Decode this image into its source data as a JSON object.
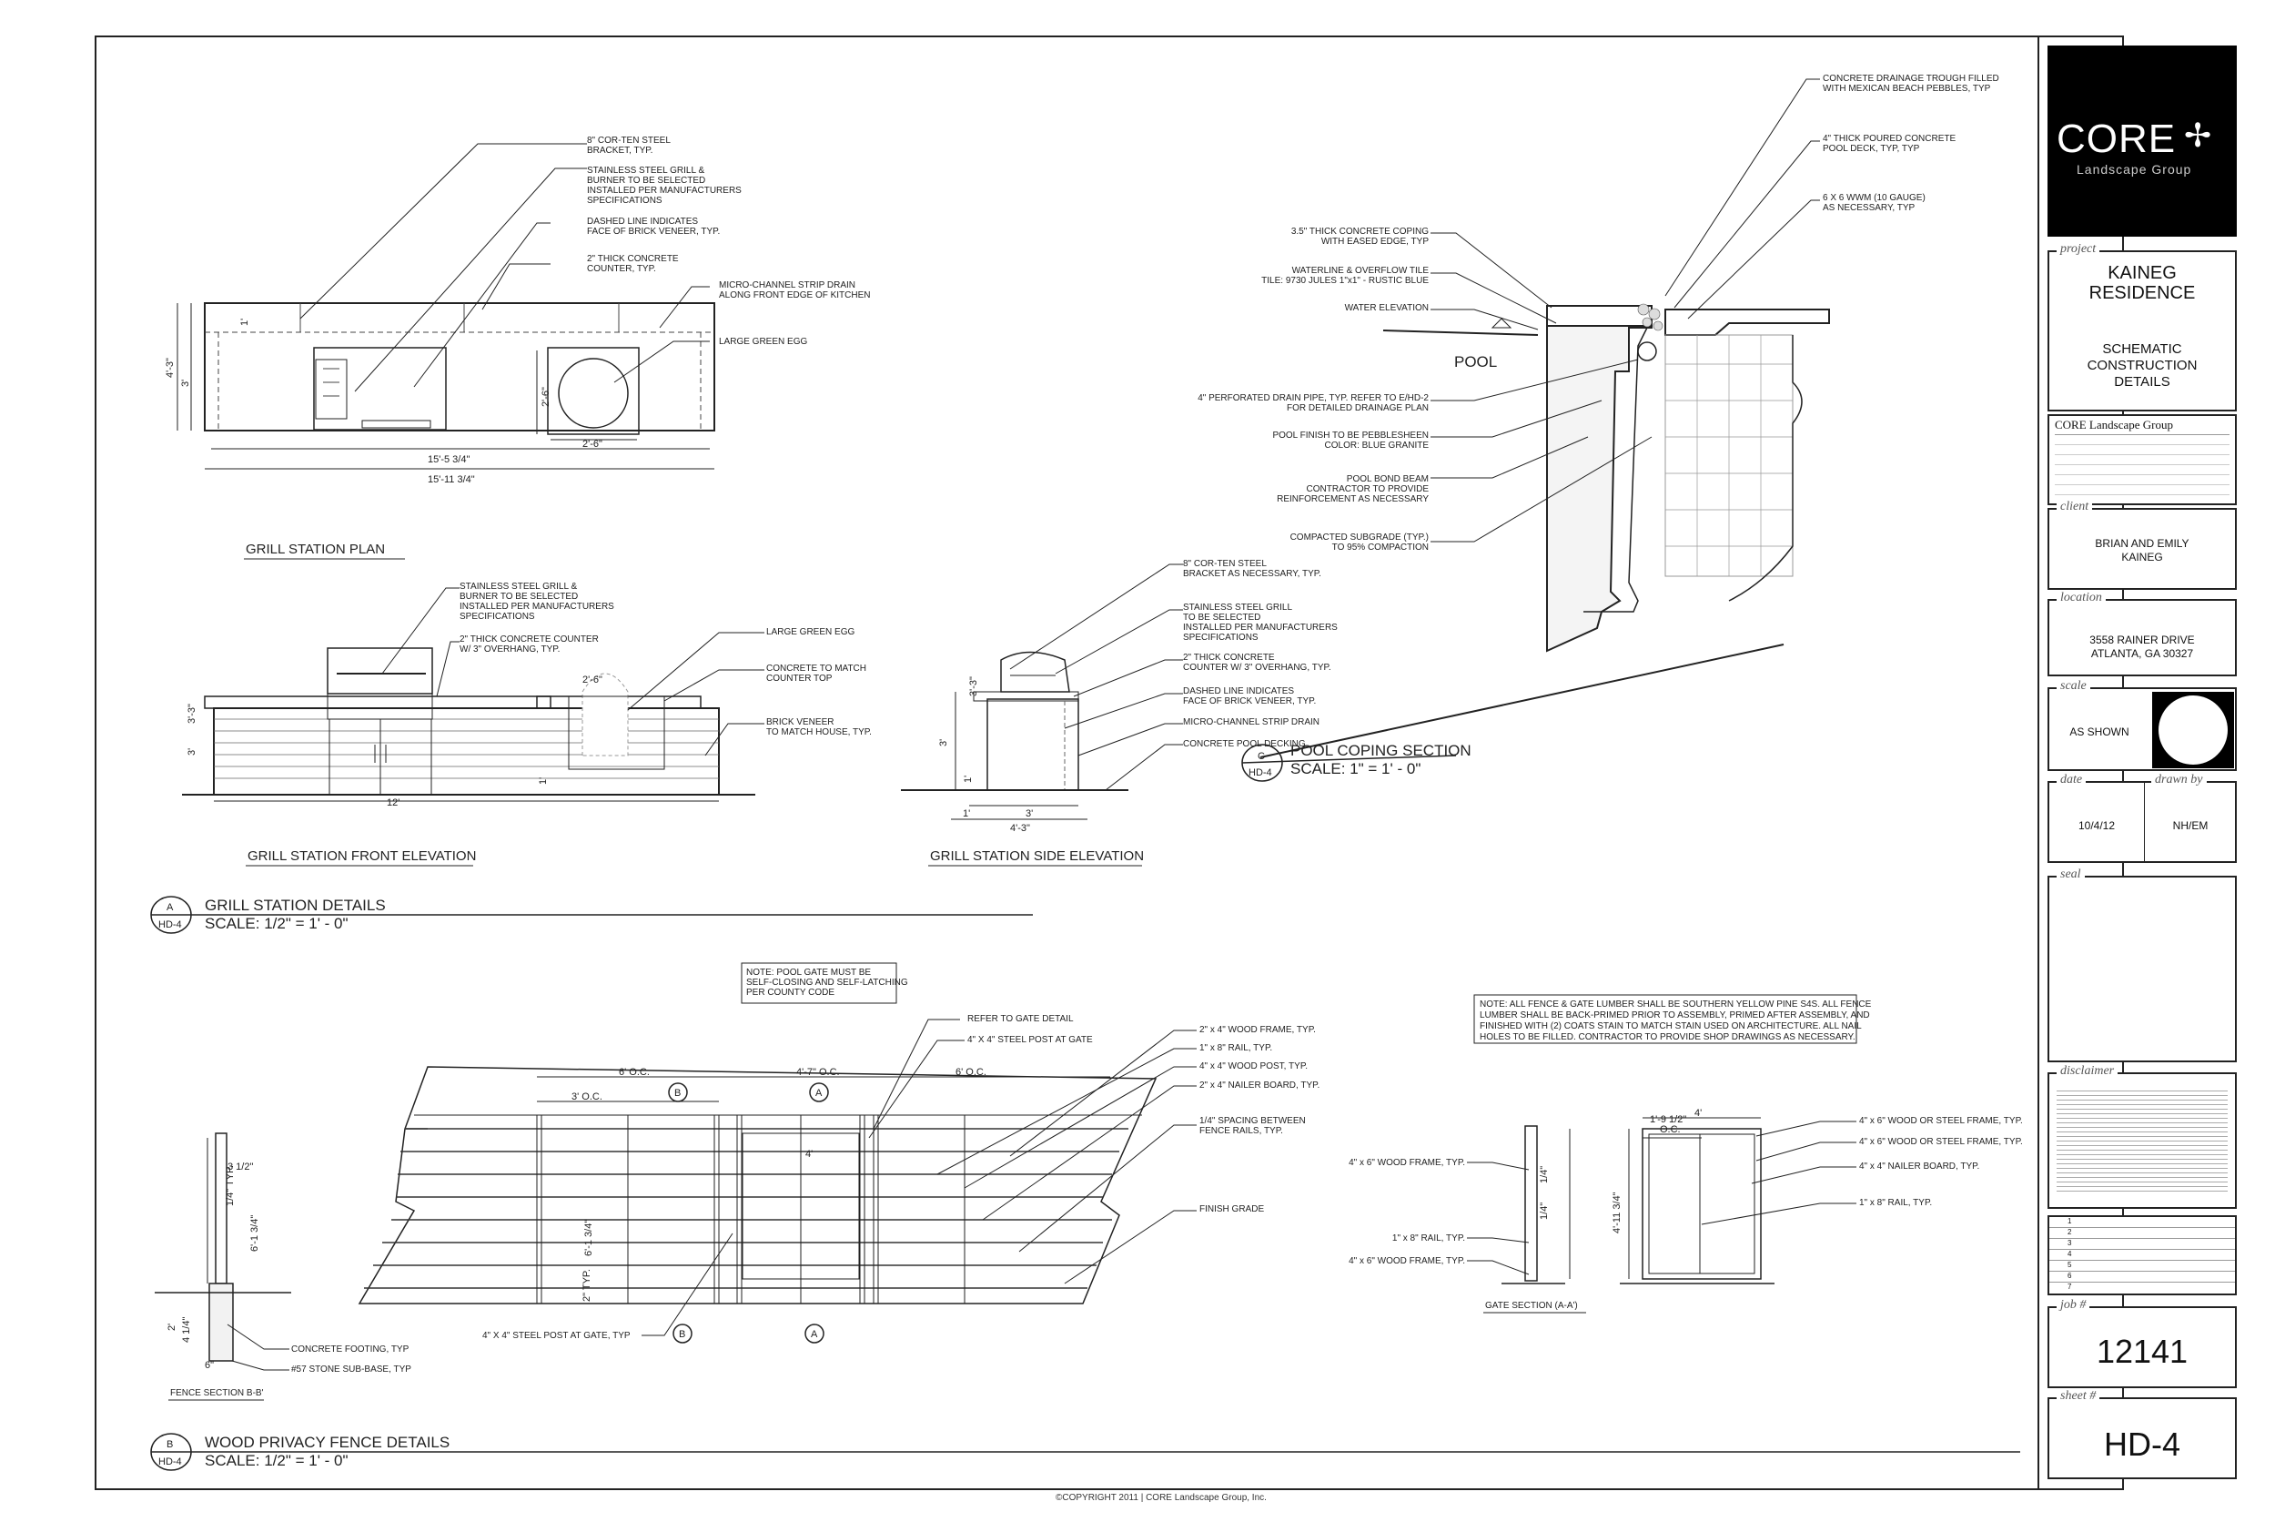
{
  "grill_plan": {
    "notes": [
      "8\" COR-TEN STEEL",
      "BRACKET, TYP.",
      "STAINLESS STEEL GRILL &",
      "BURNER TO BE SELECTED",
      "INSTALLED PER MANUFACTURERS",
      "SPECIFICATIONS",
      "DASHED LINE INDICATES",
      "FACE OF BRICK VENEER, TYP.",
      "2\" THICK CONCRETE",
      "COUNTER, TYP.",
      "MICRO-CHANNEL STRIP DRAIN",
      "ALONG FRONT EDGE OF KITCHEN",
      "LARGE GREEN EGG"
    ],
    "dims": [
      "4'-3\"",
      "3'",
      "1'",
      "2'-6\"",
      "2'-6\"",
      "15'-5 3/4\"",
      "15'-11 3/4\""
    ],
    "title": "GRILL STATION PLAN"
  },
  "grill_front": {
    "notes": [
      "STAINLESS STEEL GRILL &",
      "BURNER TO BE SELECTED",
      "INSTALLED PER MANUFACTURERS",
      "SPECIFICATIONS",
      "2\" THICK CONCRETE COUNTER",
      "W/ 3\" OVERHANG, TYP.",
      "LARGE GREEN EGG",
      "CONCRETE TO MATCH",
      "COUNTER TOP",
      "BRICK VENEER",
      "TO MATCH HOUSE, TYP."
    ],
    "dims": [
      "3'-3\"",
      "3'",
      "1'",
      "2'-6\"",
      "12'"
    ],
    "title": "GRILL STATION FRONT  ELEVATION"
  },
  "grill_side": {
    "notes": [
      "8\" COR-TEN STEEL",
      "BRACKET AS NECESSARY, TYP.",
      "STAINLESS STEEL GRILL",
      "TO BE SELECTED",
      "INSTALLED PER MANUFACTURERS",
      "SPECIFICATIONS",
      "2\" THICK CONCRETE",
      "COUNTER W/ 3\" OVERHANG, TYP.",
      "DASHED LINE INDICATES",
      "FACE OF BRICK VENEER, TYP.",
      "MICRO-CHANNEL STRIP DRAIN",
      "CONCRETE POOL DECKING"
    ],
    "dims": [
      "3'-3\"",
      "3'",
      "1'",
      "1'",
      "3'",
      "4'-3\""
    ],
    "title": "GRILL STATION SIDE ELEVATION"
  },
  "detail_a": {
    "letter": "A",
    "sheet": "HD-4",
    "title": "GRILL STATION DETAILS",
    "scale": "SCALE: 1/2\" = 1' - 0\""
  },
  "pool": {
    "notes": [
      "CONCRETE DRAINAGE TROUGH FILLED",
      "WITH MEXICAN BEACH PEBBLES, TYP",
      "4\" THICK POURED CONCRETE",
      "POOL DECK, TYP, TYP",
      "6 X 6 WWM (10 GAUGE)",
      "AS NECESSARY, TYP",
      "3.5\" THICK CONCRETE COPING",
      "WITH EASED EDGE, TYP",
      "WATERLINE & OVERFLOW TILE",
      "TILE: 9730 JULES 1\"x1\" - RUSTIC BLUE",
      "WATER ELEVATION",
      "4\" PERFORATED DRAIN PIPE, TYP. REFER TO E/HD-2",
      "FOR DETAILED DRAINAGE PLAN",
      "POOL FINISH TO BE PEBBLESHEEN",
      "COLOR: BLUE GRANITE",
      "POOL BOND BEAM",
      "CONTRACTOR TO PROVIDE",
      "REINFORCEMENT AS NECESSARY",
      "COMPACTED SUBGRADE (TYP.)",
      "TO 95% COMPACTION"
    ],
    "pool_label": "POOL",
    "letter": "C",
    "sheet": "HD-4",
    "title": "POOL COPING SECTION",
    "scale": "SCALE: 1\" = 1' - 0\""
  },
  "fence": {
    "gate_note": [
      "NOTE: POOL GATE MUST BE",
      "SELF-CLOSING AND SELF-LATCHING",
      "PER COUNTY CODE"
    ],
    "notes": [
      "REFER TO GATE DETAIL",
      "4\" X 4\" STEEL POST AT GATE",
      "2\" x 4\" WOOD FRAME, TYP.",
      "1\" x 8\" RAIL, TYP.",
      "4\" x 4\" WOOD POST, TYP.",
      "2\" x 4\" NAILER BOARD, TYP.",
      "1/4\" SPACING BETWEEN",
      "FENCE RAILS, TYP.",
      "FINISH GRADE",
      "4\" X 4\" STEEL POST AT GATE, TYP"
    ],
    "dims": [
      "6' O.C.",
      "4'-7\" O.C.",
      "6' O.C.",
      "3' O.C.",
      "4'",
      "6'-1 3/4\"",
      "2\" TYP."
    ],
    "section_notes": [
      "CONCRETE FOOTING, TYP",
      "#57 STONE SUB-BASE, TYP"
    ],
    "section_dims": [
      "3 1/2\"",
      "1/4\" TYP.",
      "6'-1 3/4\"",
      "2'",
      "4 1/4\"",
      "6\""
    ],
    "section_title": "FENCE SECTION B-B'",
    "lumber_note": [
      "NOTE: ALL FENCE & GATE LUMBER SHALL BE SOUTHERN YELLOW PINE S4S. ALL FENCE",
      "LUMBER SHALL BE BACK-PRIMED PRIOR TO ASSEMBLY,  PRIMED AFTER ASSEMBLY, AND",
      "FINISHED WITH (2) COATS STAIN TO MATCH STAIN USED ON ARCHITECTURE.  ALL NAIL",
      "HOLES TO BE FILLED. CONTRACTOR TO PROVIDE SHOP DRAWINGS AS NECESSARY."
    ],
    "gate_notes_left": [
      "4\" x 6\" WOOD FRAME, TYP.",
      "1\" x 8\" RAIL, TYP.",
      "4\" x 6\" WOOD FRAME, TYP."
    ],
    "gate_notes_right": [
      "4\" x 6\" WOOD OR STEEL FRAME, TYP.",
      "4\" x 6\" WOOD OR STEEL FRAME, TYP.",
      "4\" x 4\" NAILER BOARD, TYP.",
      "1\" x 8\" RAIL, TYP."
    ],
    "gate_dims": [
      "4'",
      "1'-9 1/2\"",
      "O.C.",
      "4'-11 3/4\"",
      "1/4\"",
      "1/4\""
    ],
    "gate_title": "GATE SECTION (A-A')",
    "markers": [
      "B",
      "A",
      "B",
      "A"
    ]
  },
  "detail_b": {
    "letter": "B",
    "sheet": "HD-4",
    "title": "WOOD PRIVACY FENCE DETAILS",
    "scale": "SCALE: 1/2\" = 1' - 0\""
  },
  "title_block": {
    "logo_main": "CORE",
    "logo_sub": "Landscape Group",
    "project_label": "project",
    "project_name": [
      "KAINEG",
      "RESIDENCE"
    ],
    "project_desc": [
      "SCHEMATIC",
      "CONSTRUCTION",
      "DETAILS"
    ],
    "firm_name": "CORE Landscape Group",
    "client_label": "client",
    "client": [
      "BRIAN AND EMILY",
      "KAINEG"
    ],
    "location_label": "location",
    "location": [
      "3558 RAINER DRIVE",
      "ATLANTA, GA 30327"
    ],
    "scale_label": "scale",
    "scale": "AS SHOWN",
    "date_label": "date",
    "date": "10/4/12",
    "drawn_label": "drawn by",
    "drawn": "NH/EM",
    "seal_label": "seal",
    "disclaimer_label": "disclaimer",
    "revisions": [
      "1",
      "2",
      "3",
      "4",
      "5",
      "6",
      "7"
    ],
    "job_label": "job #",
    "job": "12141",
    "sheet_label": "sheet #",
    "sheet": "HD-4"
  },
  "copyright": "COPYRIGHT  2011  |  CORE Landscape Group, Inc."
}
